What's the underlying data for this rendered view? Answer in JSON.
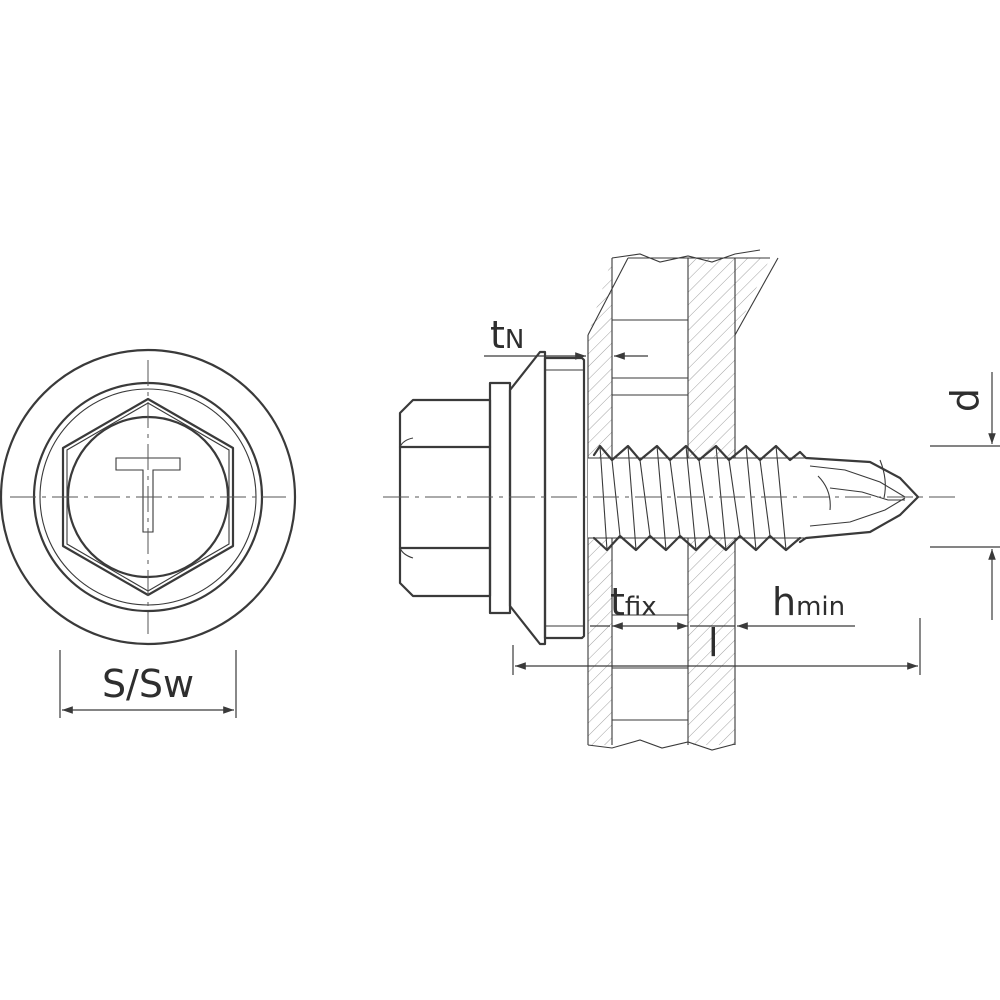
{
  "labels": {
    "t": "t",
    "t_sub": "N",
    "t_fix": "t",
    "t_fix_sub": "fix",
    "h": "h",
    "h_sub": "min",
    "l": "l",
    "d": "d",
    "s_sw": "S/Sw"
  },
  "head_mark": "T",
  "colors": {
    "line": "#3a3a3a",
    "hatch": "#8a8a8a"
  }
}
